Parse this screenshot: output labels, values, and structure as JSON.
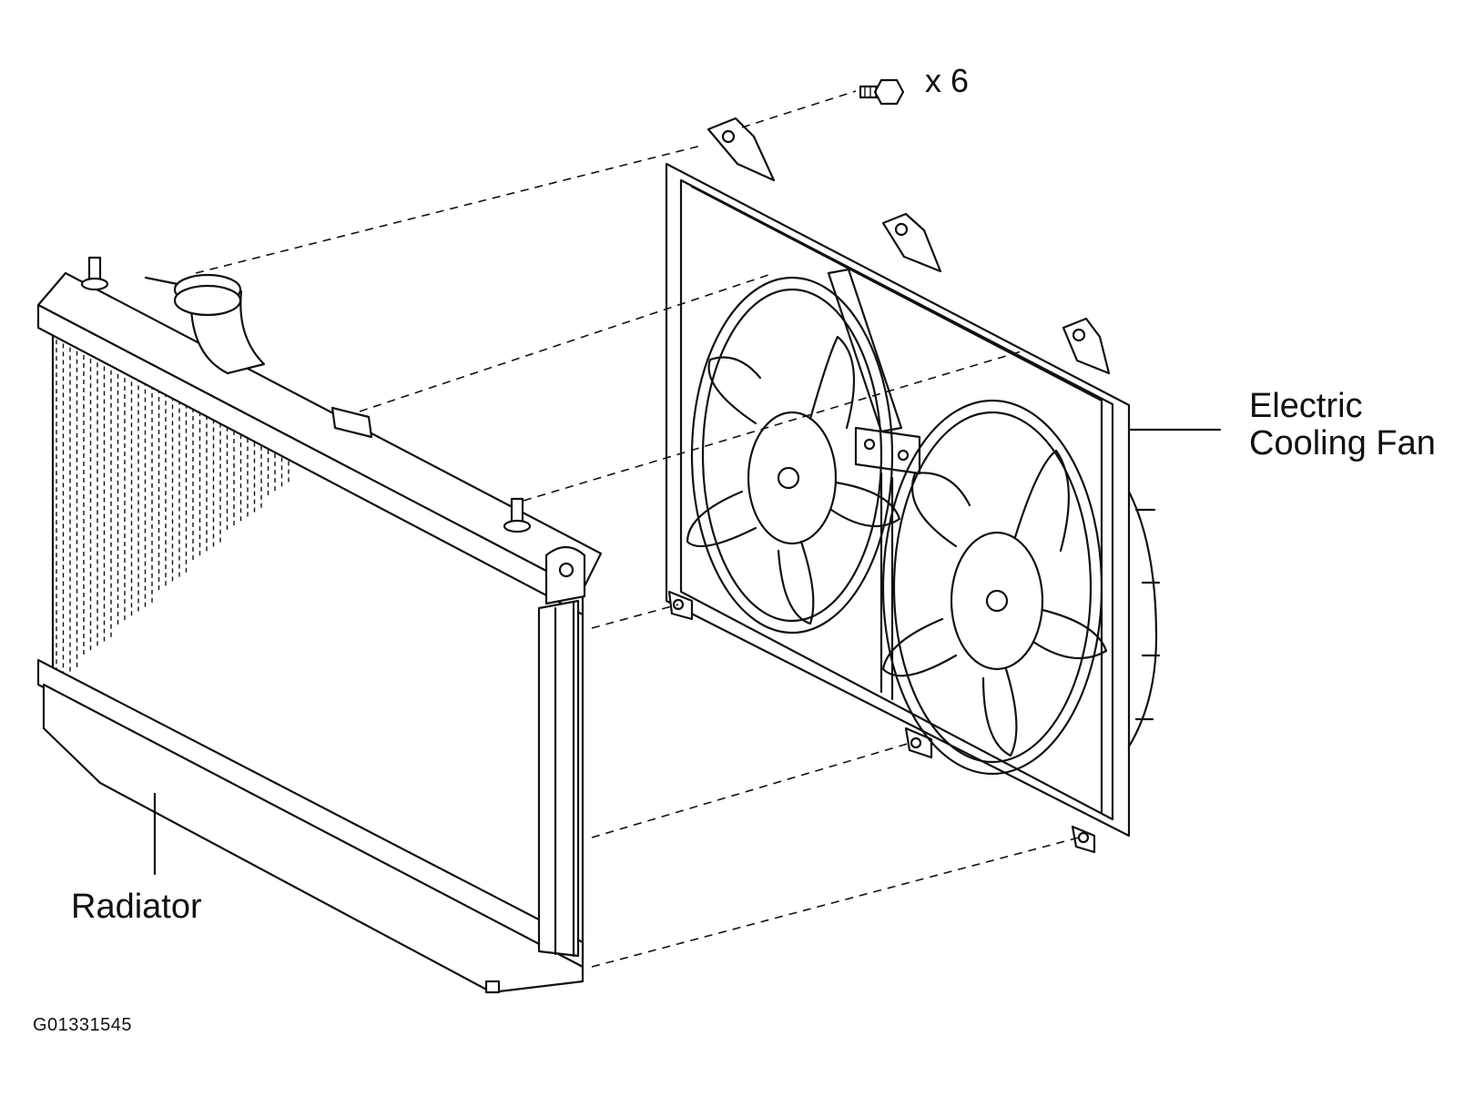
{
  "labels": {
    "bolt_qty": "x 6",
    "fan_line1": "Electric",
    "fan_line2": "Cooling Fan",
    "radiator": "Radiator",
    "figure_code": "G01331545"
  },
  "components": {
    "radiator": "Radiator",
    "fan_assembly": "Electric Cooling Fan",
    "bolt_count": 6
  }
}
